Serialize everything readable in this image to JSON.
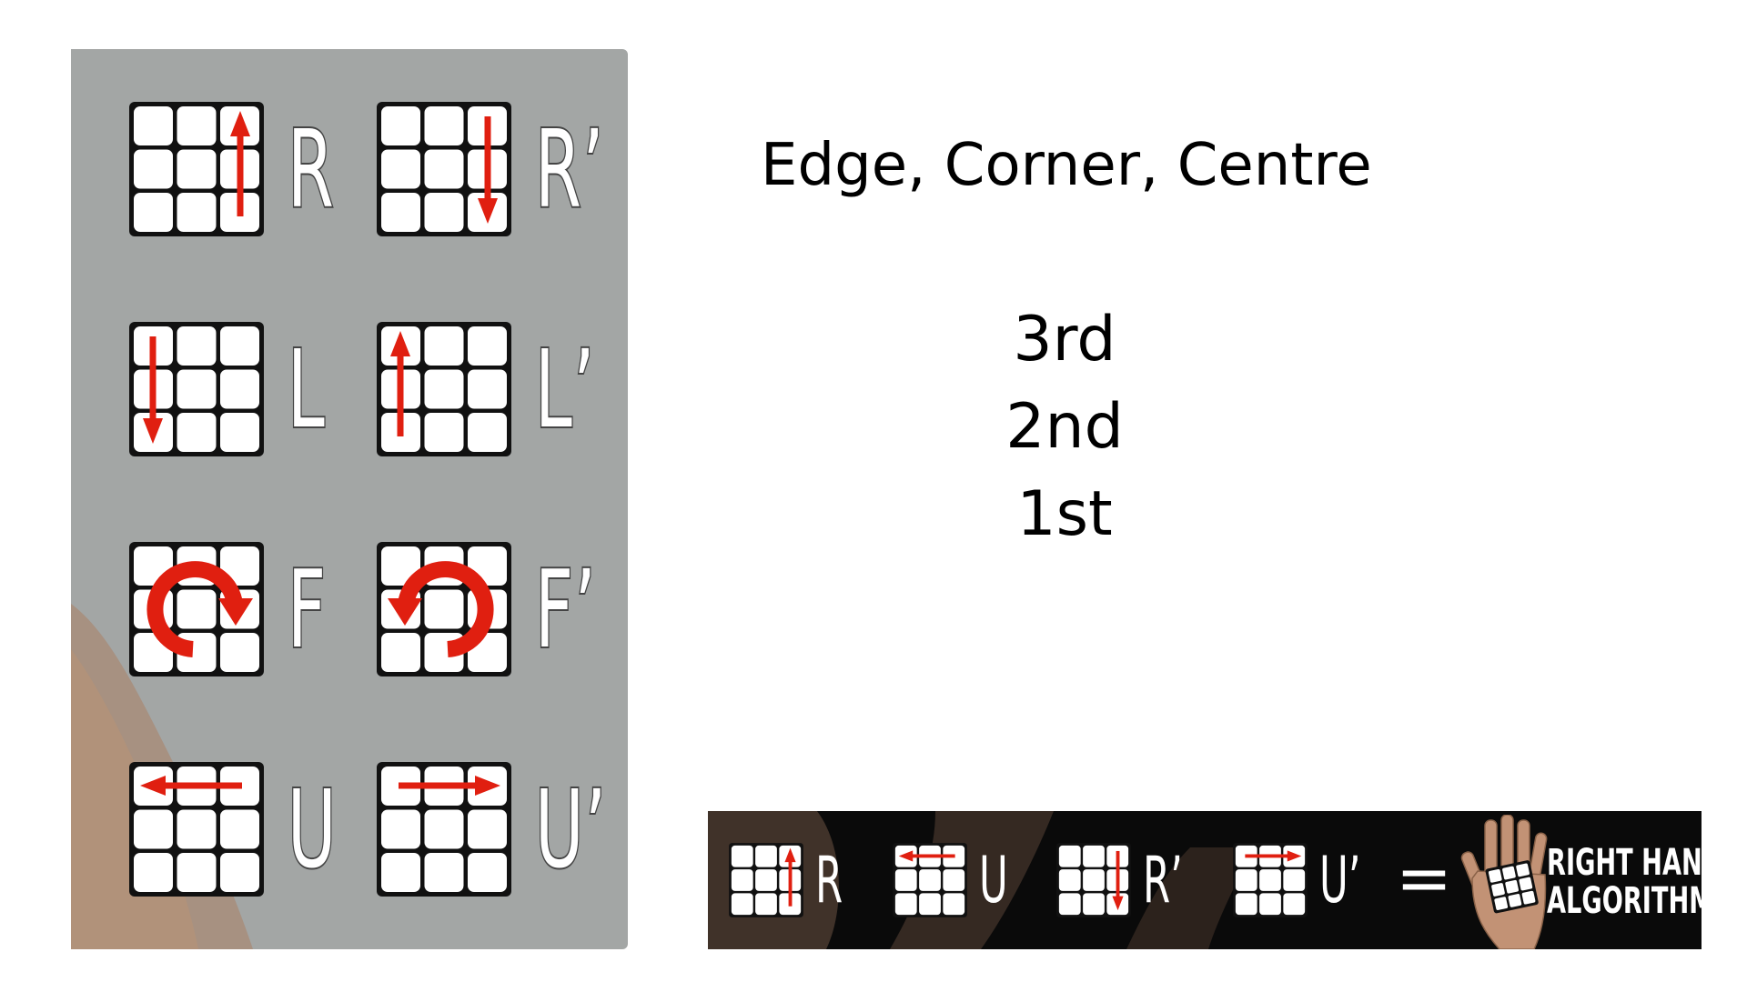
{
  "slide": {
    "heading": "Edge, Corner, Centre",
    "layers": [
      "3rd",
      "2nd",
      "1st"
    ]
  },
  "notation_card": {
    "moves": [
      {
        "id": "R",
        "label": "R",
        "arrow": "up",
        "column": "right"
      },
      {
        "id": "R-prime",
        "label": "R’",
        "arrow": "down",
        "column": "right"
      },
      {
        "id": "L",
        "label": "L",
        "arrow": "down",
        "column": "left"
      },
      {
        "id": "L-prime",
        "label": "L’",
        "arrow": "up",
        "column": "left"
      },
      {
        "id": "F",
        "label": "F",
        "arrow": "clockwise"
      },
      {
        "id": "F-prime",
        "label": "F’",
        "arrow": "counterclockwise"
      },
      {
        "id": "U",
        "label": "U",
        "arrow": "left",
        "row": "top"
      },
      {
        "id": "U-prime",
        "label": "U’",
        "arrow": "right",
        "row": "top"
      }
    ]
  },
  "banner": {
    "sequence": [
      {
        "id": "R",
        "label": "R",
        "arrow": "up"
      },
      {
        "id": "U",
        "label": "U",
        "arrow": "left"
      },
      {
        "id": "R-prime",
        "label": "R’",
        "arrow": "down"
      },
      {
        "id": "U-prime",
        "label": "U’",
        "arrow": "right"
      }
    ],
    "equals": "=",
    "result_line1": "RIGHT HAND",
    "result_line2": "ALGORITHM"
  },
  "colors": {
    "card_background": "#a3a6a5",
    "arrow_red": "#e01f10",
    "banner_background": "#0a0a0a",
    "skin": "#c29275"
  },
  "icons": {
    "cube_face": "cube-face-icon",
    "palm": "palm-cube-icon"
  }
}
